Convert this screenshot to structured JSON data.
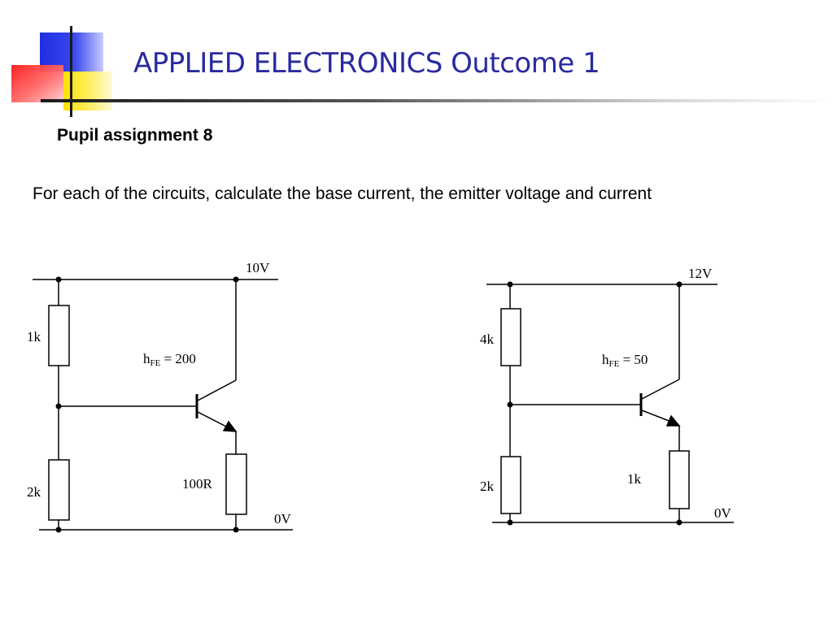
{
  "slide": {
    "title": "APPLIED ELECTRONICS Outcome 1",
    "subtitle": "Pupil assignment 8",
    "instruction": "For each of the circuits, calculate the base current, the emitter voltage and current"
  },
  "circuits": [
    {
      "supply": "10V",
      "ground": "0V",
      "r_top": "1k",
      "r_bottom": "2k",
      "r_emitter": "100R",
      "hfe_h": "h",
      "hfe_sub": "FE",
      "hfe_value": " = 200"
    },
    {
      "supply": "12V",
      "ground": "0V",
      "r_top": "4k",
      "r_bottom": "2k",
      "r_emitter": "1k",
      "hfe_h": "h",
      "hfe_sub": "FE",
      "hfe_value": " = 50"
    }
  ],
  "colors": {
    "title": "#2a2aa0",
    "logo_blue": "#1f2fe0",
    "logo_yellow": "#ffe000",
    "logo_red": "#ff1a1a"
  }
}
